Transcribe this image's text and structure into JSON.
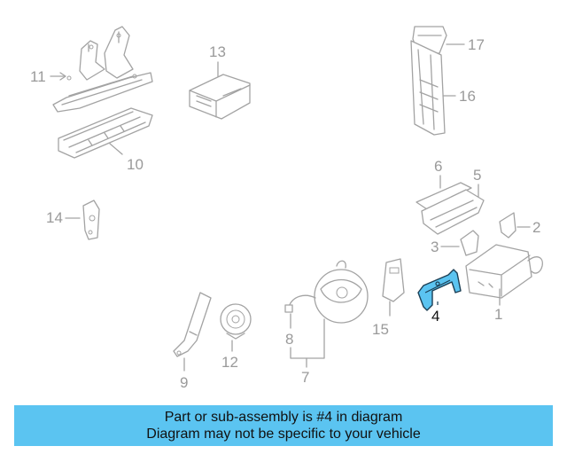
{
  "callouts": {
    "c1": "1",
    "c2": "2",
    "c3": "3",
    "c4": "4",
    "c5": "5",
    "c6": "6",
    "c7": "7",
    "c8": "8",
    "c9": "9",
    "c10": "10",
    "c11": "11",
    "c12": "12",
    "c13": "13",
    "c14": "14",
    "c15": "15",
    "c16": "16",
    "c17": "17"
  },
  "highlighted_part": "4",
  "banner": {
    "line1": "Part or sub-assembly is #4 in diagram",
    "line2": "Diagram may not be specific to your vehicle"
  },
  "colors": {
    "banner_bg": "#5bc4f1",
    "highlight_fill": "#5bc4f1",
    "line_art": "#a3a3a3"
  }
}
